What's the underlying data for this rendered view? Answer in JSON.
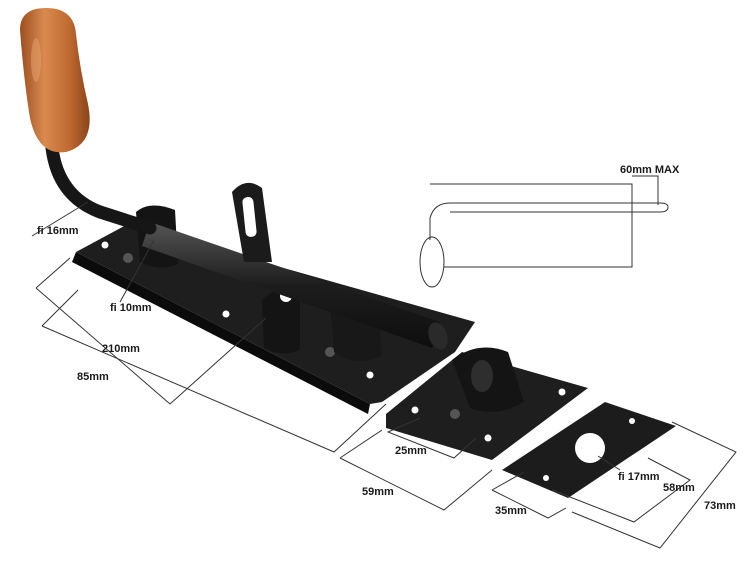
{
  "labels": {
    "rod_diameter": "fi 16mm",
    "hole_diameter": "fi 10mm",
    "plate_length": "210mm",
    "plate_width": "85mm",
    "bracket_small": "25mm",
    "bracket_length": "59mm",
    "throw_max": "60mm MAX",
    "strike_hole": "fi 17mm",
    "strike_width": "35mm",
    "strike_height": "58mm",
    "strike_length": "73mm"
  },
  "colors": {
    "metal": "#1c1c1c",
    "metal_highlight": "#3a3a3a",
    "wood": "#c46b32",
    "wood_dark": "#8f4a1f"
  }
}
